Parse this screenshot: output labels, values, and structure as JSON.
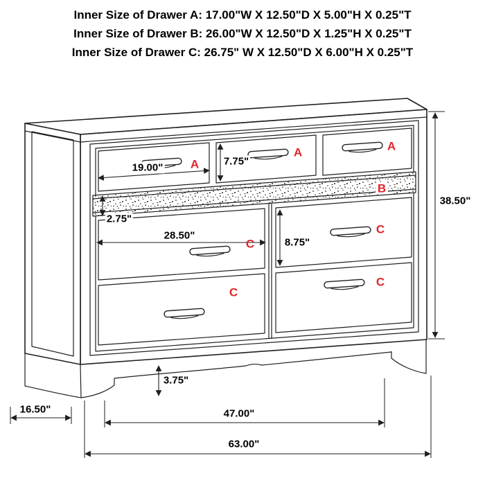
{
  "header": {
    "lines": [
      "Inner Size of Drawer A: 17.00\"W X 12.50\"D X 5.00\"H X 0.25\"T",
      "Inner Size of Drawer B: 26.00\"W X 12.50\"D X 1.25\"H X 0.25\"T",
      "Inner Size of Drawer C: 26.75\" W X 12.50\"D X 6.00\"H X 0.25\"T"
    ]
  },
  "diagram": {
    "drawer_letters": {
      "top_left": "A",
      "top_middle": "A",
      "top_right": "A",
      "tray": "B",
      "mid_right": "C",
      "mid_left": "C",
      "bottom_right": "C",
      "bottom_left": "C"
    },
    "dimensions": {
      "drawer_a_face_width": "19.00\"",
      "drawer_a_face_height": "7.75\"",
      "tray_face_height": "2.75\"",
      "drawer_c_face_width": "28.50\"",
      "drawer_c_face_height": "8.75\"",
      "overall_height": "38.50\"",
      "foot_height": "3.75\"",
      "depth": "16.50\"",
      "leg_span_width": "47.00\"",
      "overall_width": "63.00\""
    },
    "accent_red": "#e3242b",
    "line_color": "#1f1f1f"
  }
}
